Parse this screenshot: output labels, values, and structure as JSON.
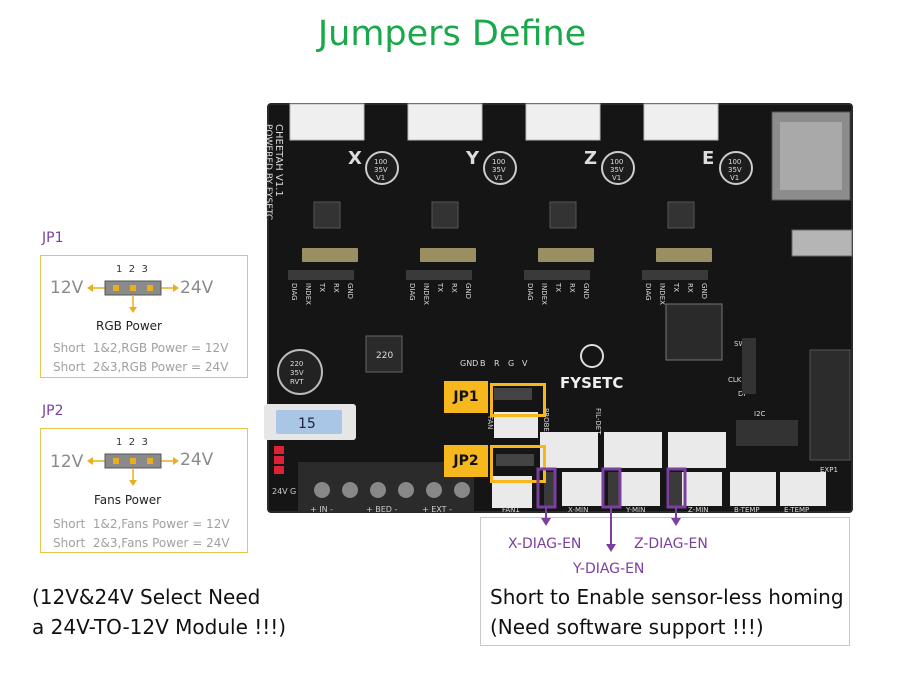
{
  "title": "Jumpers Define",
  "jp1": {
    "label": "JP1",
    "pins": "1  2  3",
    "left_voltage": "12V",
    "right_voltage": "24V",
    "power_name": "RGB Power",
    "note1": "Short  1&2,RGB Power = 12V",
    "note2": "Short  2&3,RGB Power = 24V"
  },
  "jp2": {
    "label": "JP2",
    "pins": "1  2  3",
    "left_voltage": "12V",
    "right_voltage": "24V",
    "power_name": "Fans Power",
    "note1": "Short  1&2,Fans Power = 12V",
    "note2": "Short  2&3,Fans Power = 24V"
  },
  "left_note": {
    "line1": "(12V&24V Select Need",
    "line2": "a 24V-TO-12V Module !!!)"
  },
  "right_note": {
    "line1": "Short to Enable sensor-less homing",
    "line2": "(Need software support !!!)"
  },
  "diag": {
    "x": "X-DIAG-EN",
    "y": "Y-DIAG-EN",
    "z": "Z-DIAG-EN"
  },
  "board": {
    "tags": {
      "jp1": "JP1",
      "jp2": "JP2"
    },
    "axis_labels": [
      "X",
      "Y",
      "Z",
      "E"
    ],
    "silk_side": "CHEETAH V1.1",
    "silk_side2": "POWERED BY FYSETC",
    "brand": "FYSETC",
    "driver_pins": [
      "DIAG",
      "INDEX",
      "TX",
      "RX",
      "GND"
    ],
    "cap_text": [
      "100",
      "35V",
      "V1"
    ],
    "fuse": "15",
    "inductor": "220",
    "cap_big": [
      "220",
      "35V",
      "RVT"
    ],
    "bottom_labels": [
      "FAN1",
      "X-MIN",
      "Y-MIN",
      "Z-MIN",
      "B-TEMP",
      "E-TEMP"
    ],
    "misc_labels": [
      "GND",
      "B",
      "R",
      "G",
      "V",
      "PROBE",
      "FIL-DET",
      "SWD",
      "CLK",
      "DI",
      "I2C",
      "EXP1",
      "24V",
      "G",
      "FAN"
    ],
    "terminal_labels": [
      "+ IN -",
      "+ BED -",
      "+ EXT -"
    ]
  },
  "colors": {
    "title": "#1aa94a",
    "accent_purple": "#7b3fa0",
    "highlight_orange": "#f6b81c",
    "box_gold": "#e8c44a",
    "pcb": "#141414"
  }
}
